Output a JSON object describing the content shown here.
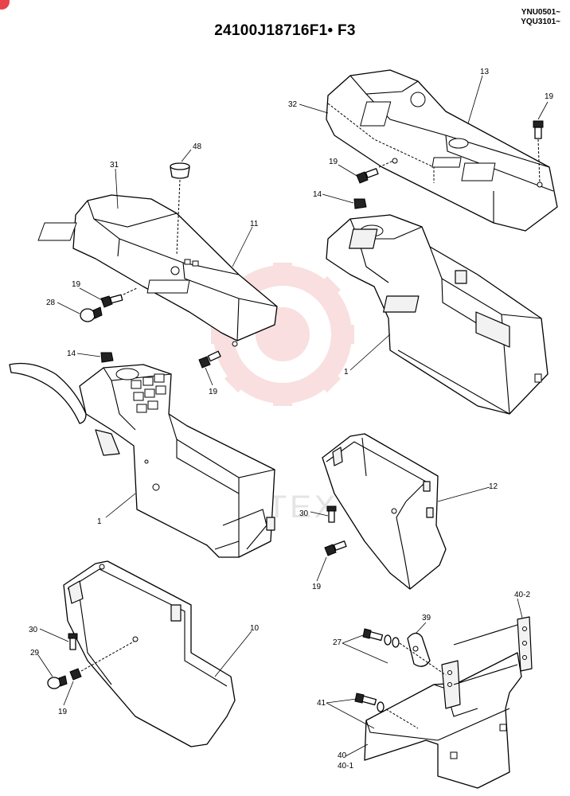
{
  "header": {
    "title": "24100J18716F1• F3",
    "serial_line1": "YNU0501~",
    "serial_line2": "YQU3101~"
  },
  "watermark": {
    "text": "ИНТЕХ",
    "logo_color": "#f5c6c6"
  },
  "parts": [
    {
      "key": "p48",
      "label": "48"
    },
    {
      "key": "p31",
      "label": "31"
    },
    {
      "key": "p11",
      "label": "11"
    },
    {
      "key": "p19a",
      "label": "19"
    },
    {
      "key": "p28",
      "label": "28"
    },
    {
      "key": "p14a",
      "label": "14"
    },
    {
      "key": "p19b",
      "label": "19"
    },
    {
      "key": "p1a",
      "label": "1"
    },
    {
      "key": "p32",
      "label": "32"
    },
    {
      "key": "p13",
      "label": "13"
    },
    {
      "key": "p19c",
      "label": "19"
    },
    {
      "key": "p19d",
      "label": "19"
    },
    {
      "key": "p14b",
      "label": "14"
    },
    {
      "key": "p1b",
      "label": "1"
    },
    {
      "key": "p12",
      "label": "12"
    },
    {
      "key": "p30a",
      "label": "30"
    },
    {
      "key": "p19e",
      "label": "19"
    },
    {
      "key": "p30b",
      "label": "30"
    },
    {
      "key": "p10",
      "label": "10"
    },
    {
      "key": "p29",
      "label": "29"
    },
    {
      "key": "p19f",
      "label": "19"
    },
    {
      "key": "p40_2",
      "label": "40-2"
    },
    {
      "key": "p39",
      "label": "39"
    },
    {
      "key": "p27",
      "label": "27"
    },
    {
      "key": "p41",
      "label": "41"
    },
    {
      "key": "p40",
      "label": "40"
    },
    {
      "key": "p40_1",
      "label": "40-1"
    }
  ]
}
